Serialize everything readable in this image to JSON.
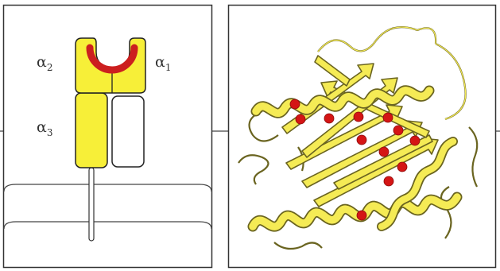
{
  "schematic_panel": {
    "labels": {
      "alpha1": {
        "symbol": "α",
        "subscript": "1"
      },
      "alpha2": {
        "symbol": "α",
        "subscript": "2"
      },
      "alpha3": {
        "symbol": "α",
        "subscript": "3"
      }
    }
  },
  "colors": {
    "domain_fill": "#f7ef38",
    "groove": "#cc1f1f",
    "outline": "#222222",
    "membrane_line": "#444444",
    "ribbon_fill": "#f5eb55",
    "ribbon_edge": "#6a6420",
    "residue_dot": "#d41515",
    "light_chain_fill": "#ffffff"
  },
  "icons": {
    "schematic": "mhc-class-i-schematic",
    "structure": "mhc-peptide-binding-groove-ribbon"
  }
}
